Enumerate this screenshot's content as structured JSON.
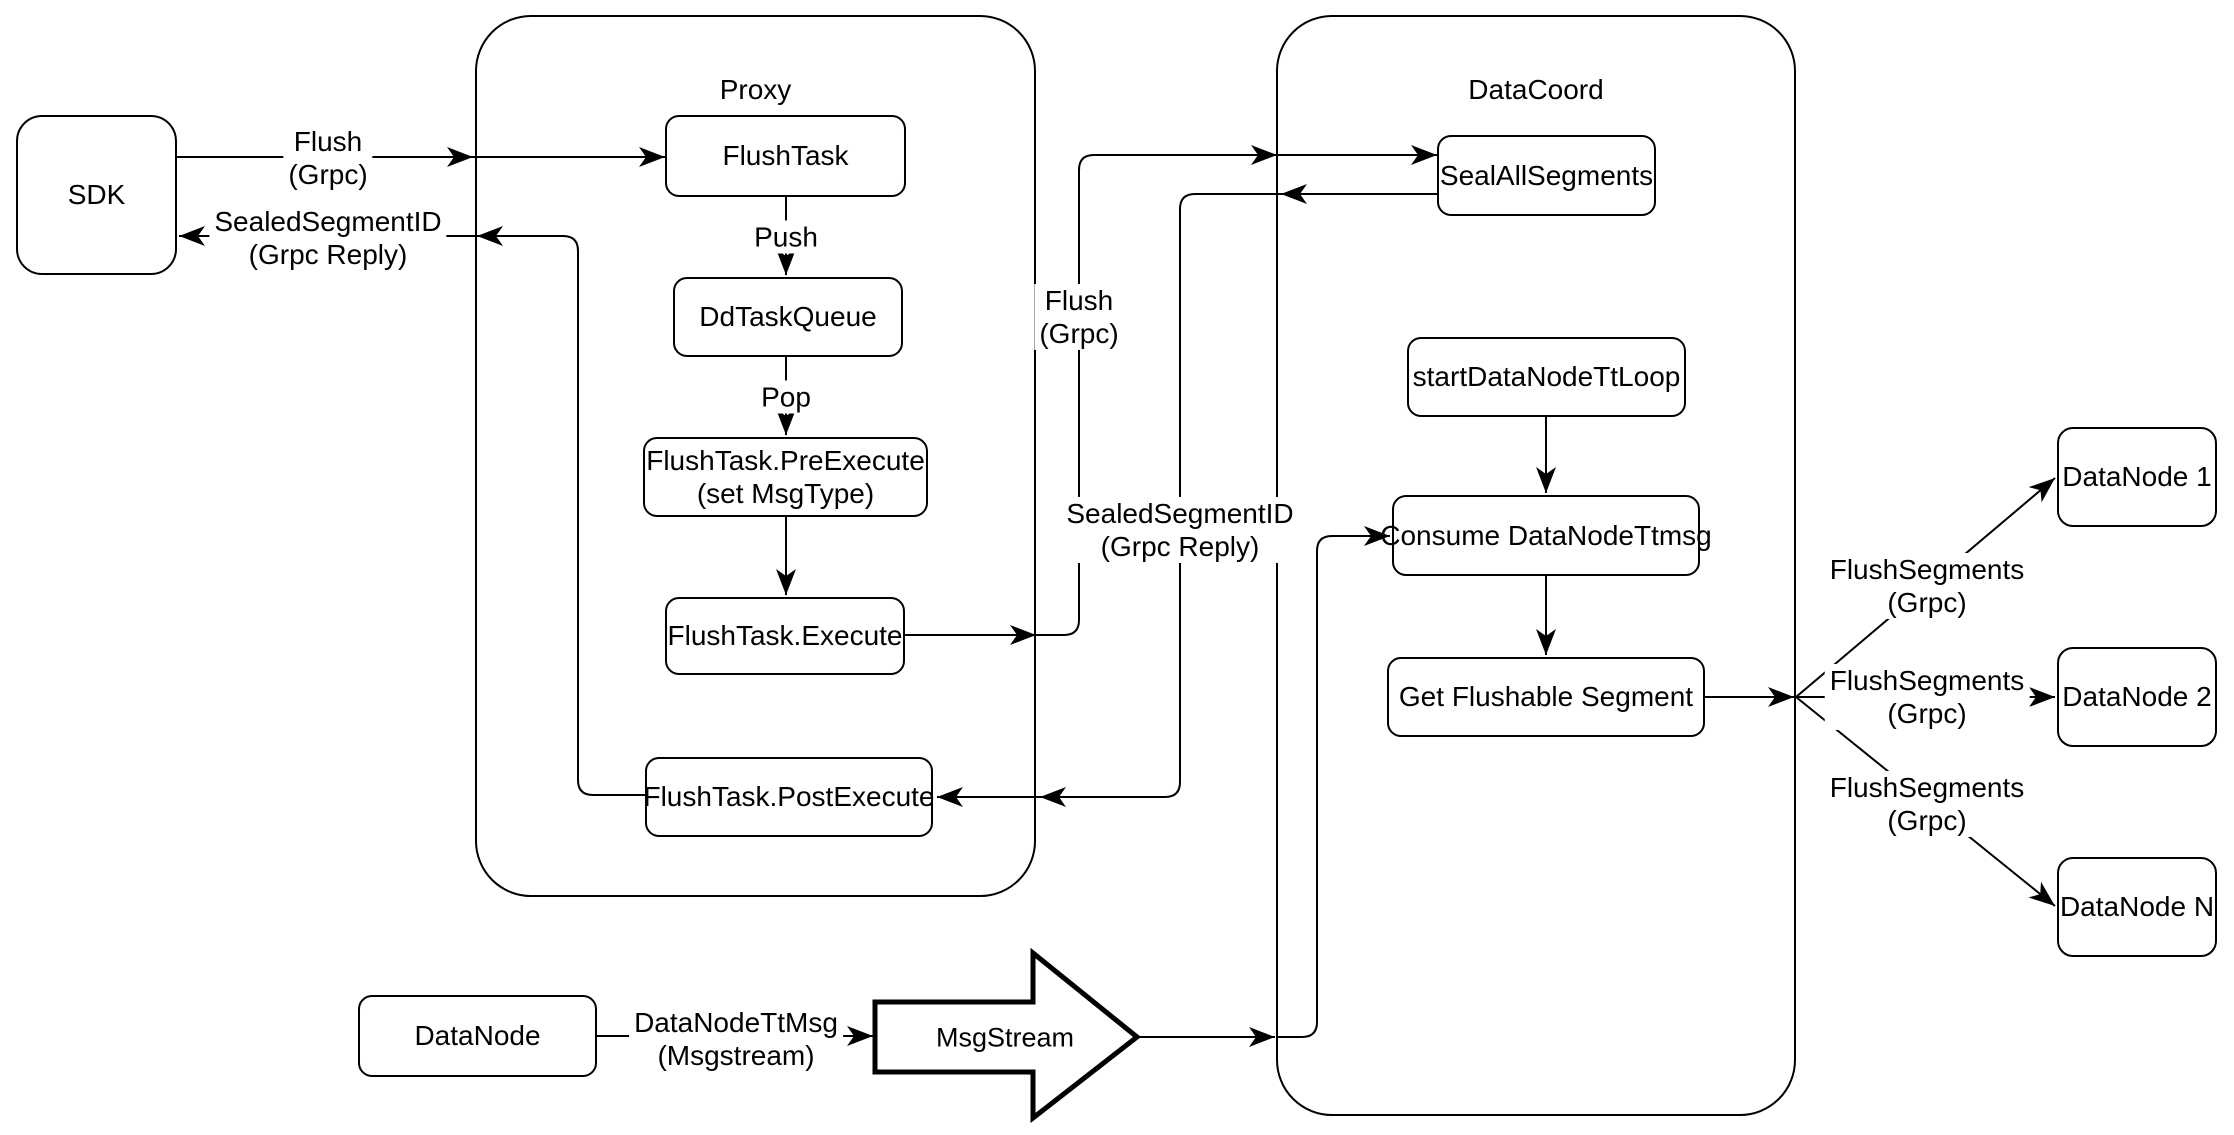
{
  "diagram": {
    "background_color": "#ffffff",
    "stroke_color": "#000000"
  },
  "containers": {
    "proxy": {
      "title": "Proxy"
    },
    "datacoord": {
      "title": "DataCoord"
    }
  },
  "nodes": {
    "sdk": {
      "label": "SDK"
    },
    "flush_task": {
      "label": "FlushTask"
    },
    "dd_task_queue": {
      "label": "DdTaskQueue"
    },
    "pre_execute": {
      "line1": "FlushTask.PreExecute",
      "line2": "(set MsgType)"
    },
    "execute": {
      "label": "FlushTask.Execute"
    },
    "post_execute": {
      "label": "FlushTask.PostExecute"
    },
    "seal_all_segments": {
      "label": "SealAllSegments"
    },
    "start_data_node_tt_loop": {
      "label": "startDataNodeTtLoop"
    },
    "consume_data_node_ttmsg": {
      "label": "Consume DataNodeTtmsg"
    },
    "get_flushable_segment": {
      "label": "Get Flushable Segment"
    },
    "data_node_1": {
      "label": "DataNode 1"
    },
    "data_node_2": {
      "label": "DataNode 2"
    },
    "data_node_n": {
      "label": "DataNode N"
    },
    "data_node_source": {
      "label": "DataNode"
    },
    "msg_stream": {
      "label": "MsgStream"
    }
  },
  "edge_labels": {
    "flush_grpc_sdk": {
      "line1": "Flush",
      "line2": "(Grpc)"
    },
    "sealed_segment_id_sdk": {
      "line1": "SealedSegmentID",
      "line2": "(Grpc Reply)"
    },
    "push": {
      "label": "Push"
    },
    "pop": {
      "label": "Pop"
    },
    "flush_grpc_datacoord": {
      "line1": "Flush",
      "line2": "(Grpc)"
    },
    "sealed_segment_id_proxy": {
      "line1": "SealedSegmentID",
      "line2": "(Grpc Reply)"
    },
    "flush_segments_1": {
      "line1": "FlushSegments",
      "line2": "(Grpc)"
    },
    "flush_segments_2": {
      "line1": "FlushSegments",
      "line2": "(Grpc)"
    },
    "flush_segments_3": {
      "line1": "FlushSegments",
      "line2": "(Grpc)"
    },
    "data_node_tt_msg": {
      "line1": "DataNodeTtMsg",
      "line2": "(Msgstream)"
    }
  }
}
